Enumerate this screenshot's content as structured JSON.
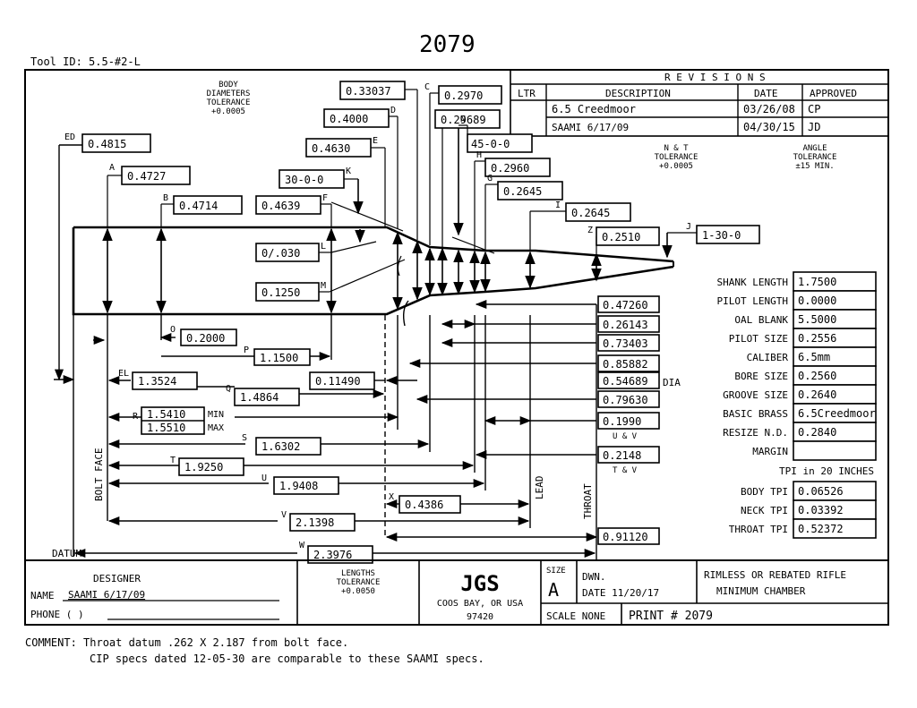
{
  "header": {
    "tool_id": "Tool ID: 5.5-#2-L",
    "print_big": "2079"
  },
  "revisions": {
    "title": "R E V I S I O N S",
    "cols": [
      "LTR",
      "DESCRIPTION",
      "DATE",
      "APPROVED"
    ],
    "rows": [
      {
        "ltr": "",
        "desc": "6.5 Creedmoor",
        "date": "03/26/08",
        "appr": "CP"
      },
      {
        "ltr": "",
        "desc": "SAAMI 6/17/09",
        "date": "04/30/15",
        "appr": "JD"
      }
    ]
  },
  "notes": {
    "body_tol": [
      "BODY",
      "DIAMETERS",
      "TOLERANCE",
      "+0.0005"
    ],
    "nt_tol": [
      "N & T",
      "TOLERANCE",
      "+0.0005"
    ],
    "angle_tol": [
      "ANGLE",
      "TOLERANCE",
      "±15 MIN."
    ],
    "lengths_tol": [
      "LENGTHS",
      "TOLERANCE",
      "+0.0050"
    ]
  },
  "dims": {
    "ED": "ED",
    "ED_v": "0.4815",
    "A": "A",
    "A_v": "0.4727",
    "B": "B",
    "B_v": "0.4714",
    "F": "F",
    "F_v": "0.4639",
    "E": "E",
    "E_v": "0.4630",
    "D": "D",
    "D_v": "0.4000",
    "C": "C",
    "C_v": "0.2970",
    "c2_v": "0.33037",
    "c3_v": "0.29689",
    "K": "K",
    "K_v": "30-0-0",
    "N": "N",
    "N_v": "45-0-0",
    "H": "H",
    "H_v": "0.2960",
    "G": "G",
    "G_v": "0.2645",
    "I": "I",
    "I_v": "0.2645",
    "Z": "Z",
    "Z_v": "0.2510",
    "J": "J",
    "J_v": "1-30-0",
    "L": "L",
    "L_v": "0/.030",
    "M": "M",
    "M_v": "0.1250",
    "O": "O",
    "O_v": "0.2000",
    "P": "P",
    "P_v": "1.1500",
    "EL": "EL",
    "EL_v": "1.3524",
    "Q": "Q",
    "Q_v": "1.4864",
    "q2_v": "0.11490",
    "R": "R",
    "R_min": "1.5410",
    "R_max": "1.5510",
    "min_lbl": "MIN",
    "max_lbl": "MAX",
    "S": "S",
    "S_v": "1.6302",
    "T": "T",
    "T_v": "1.9250",
    "U": "U",
    "U_v": "1.9408",
    "X": "X",
    "X_v": "0.4386",
    "V": "V",
    "V_v": "2.1398",
    "W": "W",
    "W_v": "2.3976",
    "right": [
      "0.47260",
      "0.26143",
      "0.73403",
      "0.85882",
      "0.54689",
      "0.79630",
      "0.1990",
      "0.2148",
      "0.91120"
    ],
    "dia": "DIA",
    "uv": "U & V",
    "tv": "T & V",
    "datum": "DATUM",
    "bolt_face": "BOLT FACE",
    "lead": "LEAD",
    "throat": "THROAT"
  },
  "specs": [
    {
      "label": "SHANK LENGTH",
      "value": "1.7500"
    },
    {
      "label": "PILOT LENGTH",
      "value": "0.0000"
    },
    {
      "label": "OAL BLANK",
      "value": "5.5000"
    },
    {
      "label": "PILOT SIZE",
      "value": "0.2556"
    },
    {
      "label": "CALIBER",
      "value": "6.5mm"
    },
    {
      "label": "BORE SIZE",
      "value": "0.2560"
    },
    {
      "label": "GROOVE SIZE",
      "value": "0.2640"
    },
    {
      "label": "BASIC BRASS",
      "value": "6.5Creedmoor"
    },
    {
      "label": "RESIZE N.D.",
      "value": "0.2840"
    },
    {
      "label": "MARGIN",
      "value": ""
    }
  ],
  "tpi_header": "TPI in 20 INCHES",
  "tpi": [
    {
      "label": "BODY TPI",
      "value": "0.06526"
    },
    {
      "label": "NECK TPI",
      "value": "0.03392"
    },
    {
      "label": "THROAT TPI",
      "value": "0.52372"
    }
  ],
  "title_block": {
    "designer": "DESIGNER",
    "name_lbl": "NAME",
    "name_val": "SAAMI 6/17/09",
    "phone": "PHONE (    )",
    "company": "JGS",
    "city": "COOS BAY, OR USA",
    "zip": "97420",
    "size_lbl": "SIZE",
    "size_val": "A",
    "dwn": "DWN.",
    "date": "DATE 11/20/17",
    "type1": "RIMLESS OR REBATED RIFLE",
    "type2": "MINIMUM CHAMBER",
    "scale": "SCALE  NONE",
    "print": "PRINT # 2079"
  },
  "comment": {
    "line1": "COMMENT: Throat datum .262 X 2.187 from bolt face.",
    "line2": "CIP specs dated 12-05-30 are comparable to these SAAMI specs."
  }
}
